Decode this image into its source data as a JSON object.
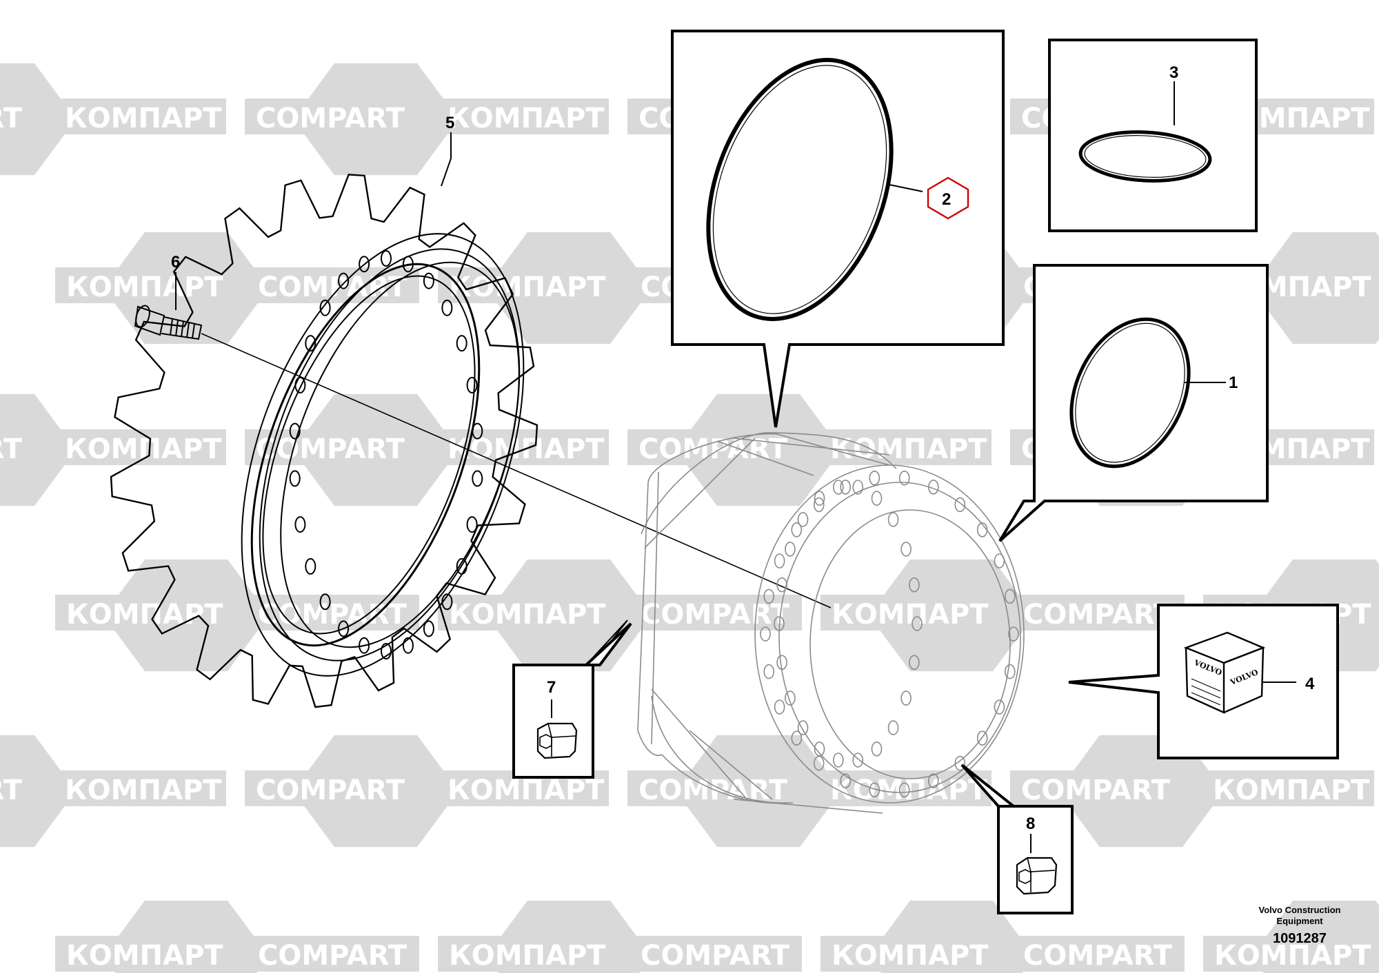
{
  "watermark": {
    "words": [
      "COMPART",
      "КОМПАРТ"
    ],
    "color": "#d9d9d9"
  },
  "callouts": [
    {
      "id": "1",
      "label": "1"
    },
    {
      "id": "2",
      "label": "2",
      "highlight_color": "#cc0000"
    },
    {
      "id": "3",
      "label": "3"
    },
    {
      "id": "4",
      "label": "4"
    },
    {
      "id": "5",
      "label": "5"
    },
    {
      "id": "6",
      "label": "6"
    },
    {
      "id": "7",
      "label": "7"
    },
    {
      "id": "8",
      "label": "8"
    }
  ],
  "kit_brand": "VOLVO",
  "credit": {
    "line1": "Volvo Construction",
    "line2": "Equipment",
    "drawing_number": "1091287"
  }
}
